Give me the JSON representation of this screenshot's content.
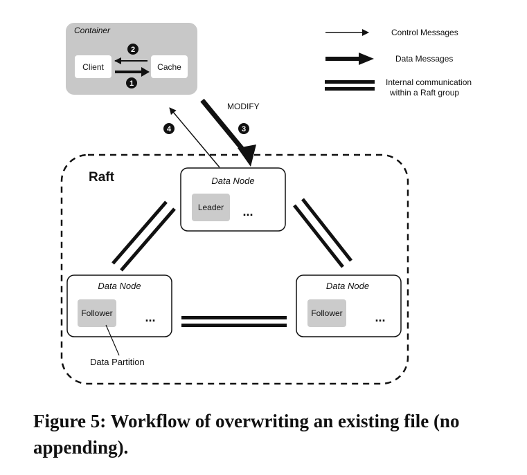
{
  "container": {
    "title": "Container",
    "client": "Client",
    "cache": "Cache"
  },
  "steps": {
    "s1": "1",
    "s2": "2",
    "s3": "3",
    "s4": "4"
  },
  "modify_label": "MODIFY",
  "legend": {
    "control": "Control  Messages",
    "data": "Data  Messages",
    "internal_line1": "Internal communication",
    "internal_line2": "within a Raft group"
  },
  "raft": {
    "title": "Raft"
  },
  "nodes": {
    "top": {
      "title": "Data Node",
      "role": "Leader",
      "ellipsis": "..."
    },
    "left": {
      "title": "Data Node",
      "role": "Follower",
      "ellipsis": "..."
    },
    "right": {
      "title": "Data Node",
      "role": "Follower",
      "ellipsis": "..."
    }
  },
  "data_partition_label": "Data Partition",
  "caption": "Figure 5: Workflow of overwriting an existing file (no appending).",
  "colors": {
    "container_bg": "#c8c8c8",
    "partition_bg": "#cbcbcb",
    "ink": "#111111"
  }
}
